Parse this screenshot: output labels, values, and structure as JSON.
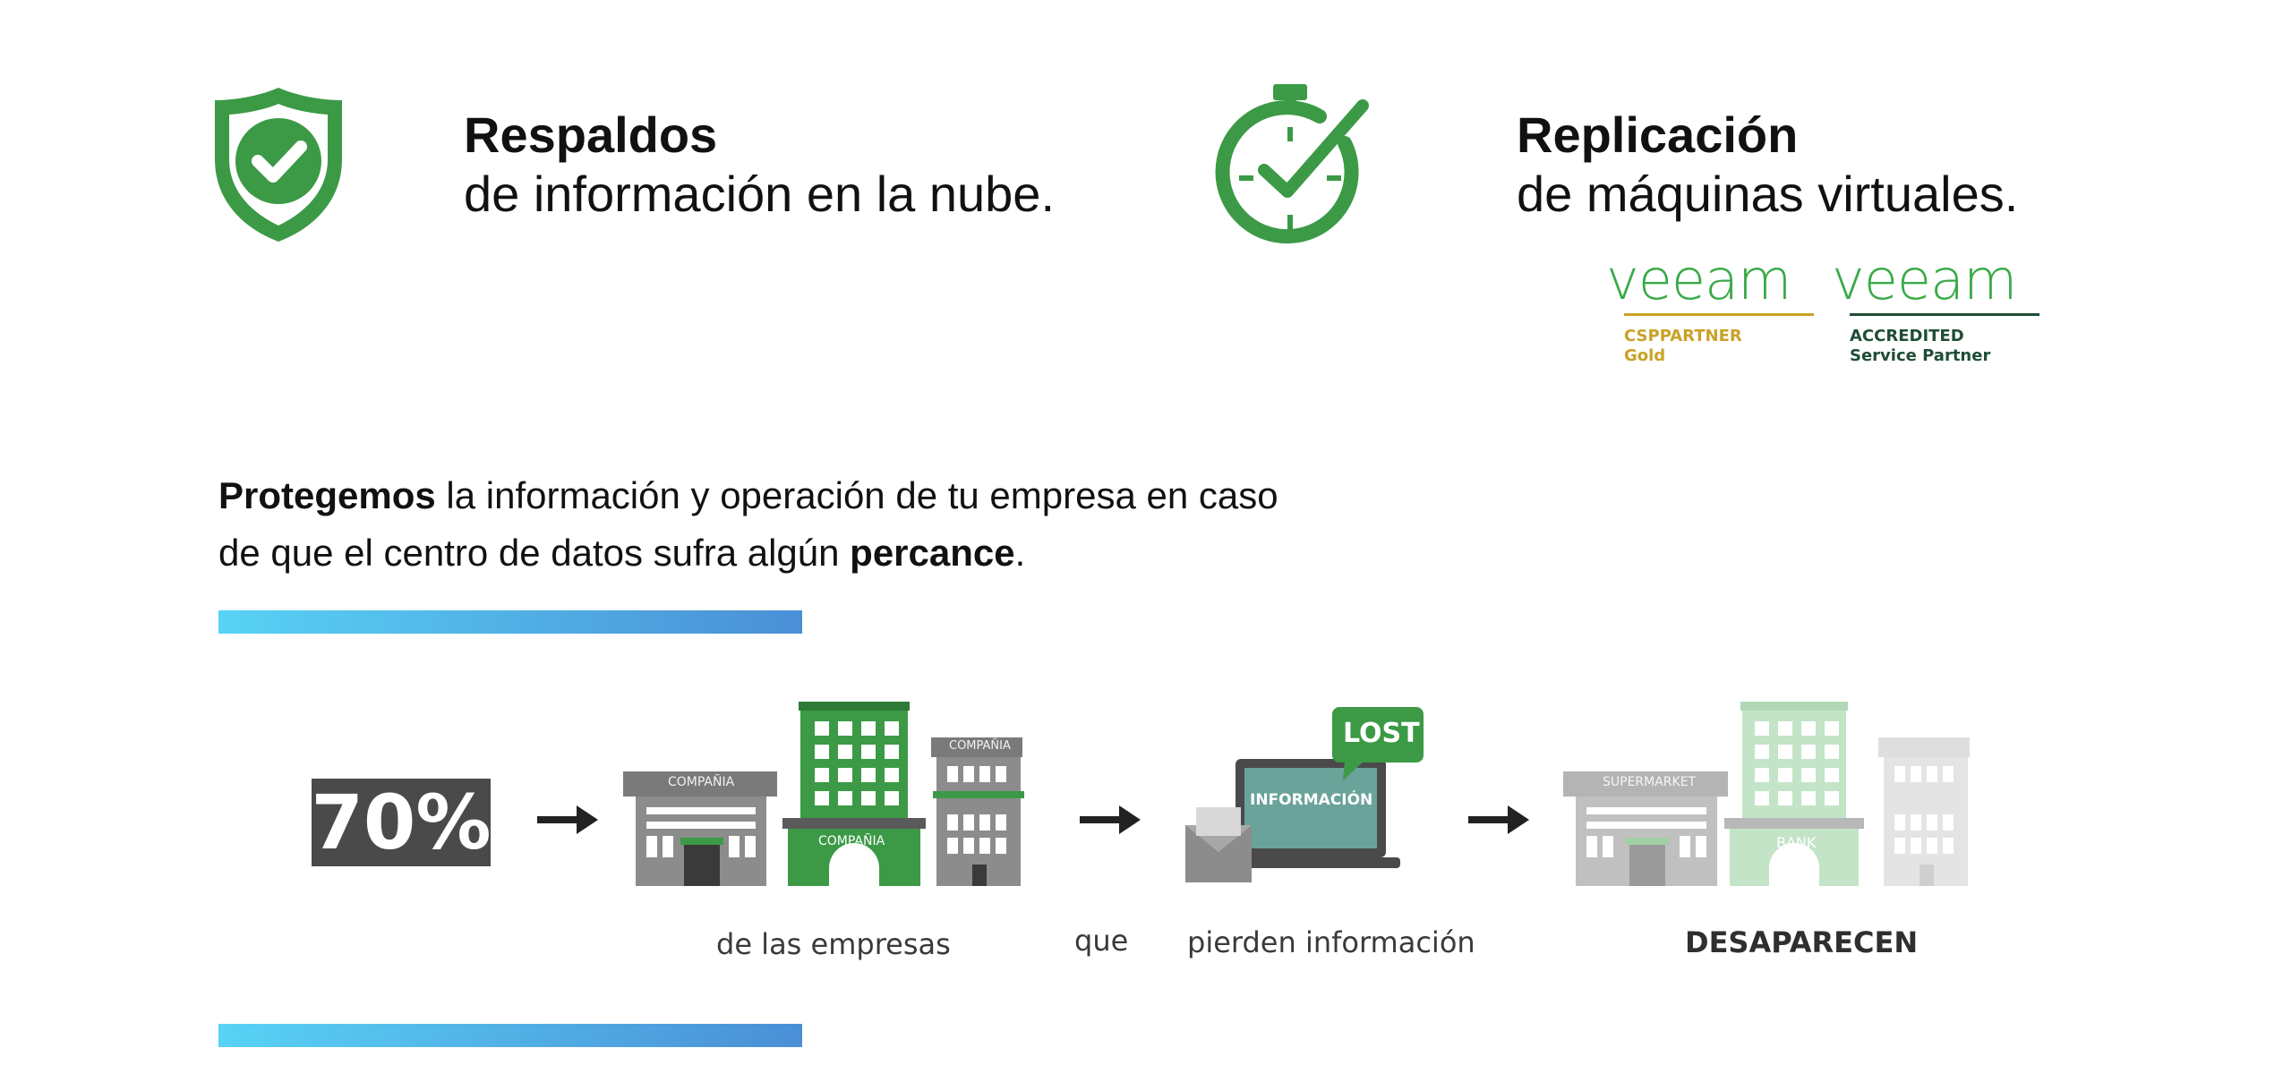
{
  "features": [
    {
      "title": "Respaldos",
      "subtitle": "de información en la nube.",
      "icon": "shield-check-icon"
    },
    {
      "title": "Replicación",
      "subtitle": "de máquinas virtuales.",
      "icon": "stopwatch-check-icon"
    }
  ],
  "badges": [
    {
      "brand": "veeam",
      "line1": "CSPPARTNER",
      "line2": "Gold",
      "color": "#c9a227"
    },
    {
      "brand": "veeam",
      "line1": "ACCREDITED",
      "line2": "Service Partner",
      "color": "#1f4d35"
    }
  ],
  "paragraph": {
    "bold1": "Protegemos",
    "text1": " la información y operación de tu empresa en caso",
    "text2": "de que el centro de datos sufra algún ",
    "bold2": "percance",
    "text3": "."
  },
  "infographic": {
    "percent": "70%",
    "building_labels": {
      "compania": "COMPAÑIA",
      "supermarket": "SUPERMARKET",
      "bank": "BANK"
    },
    "laptop_label": "INFORMACIÓN",
    "lost_label": "LOST",
    "captions": [
      "de las empresas",
      "que",
      "pierden información"
    ],
    "caption_final": "DESAPARECEN"
  },
  "colors": {
    "green": "#3c9a46",
    "dark_gray": "#4a4a4a",
    "gradient_start": "#58d2f5",
    "gradient_end": "#4a8fd6"
  }
}
